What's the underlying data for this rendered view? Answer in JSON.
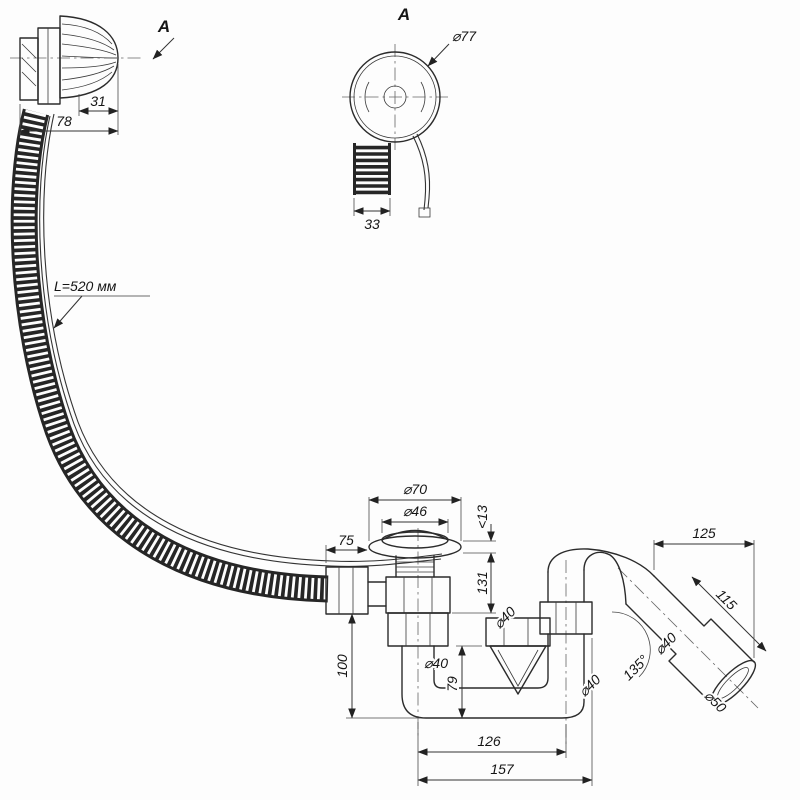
{
  "labels": {
    "view_arrow": "A",
    "cap_depth": "31",
    "fitting_depth": "78",
    "front_view_title": "A",
    "front_view_diameter": "⌀77",
    "stub_width": "33",
    "hose_length": "L=520 мм",
    "flange_diameter": "⌀70",
    "plug_diameter": "⌀46",
    "side_inlet_width": "75",
    "flange_lip": "<13",
    "body_height": "131",
    "inlet_height": "100",
    "pipe_diameter": "⌀40",
    "cone_height": "79",
    "cone_diameter": "⌀40",
    "riser_diameter": "⌀40",
    "elbow_angle": "135°",
    "elbow_diameter": "⌀40",
    "outlet_length": "115",
    "outlet_projection": "125",
    "outlet_diameter": "⌀50",
    "span_to_riser": "126",
    "span_total": "157"
  }
}
